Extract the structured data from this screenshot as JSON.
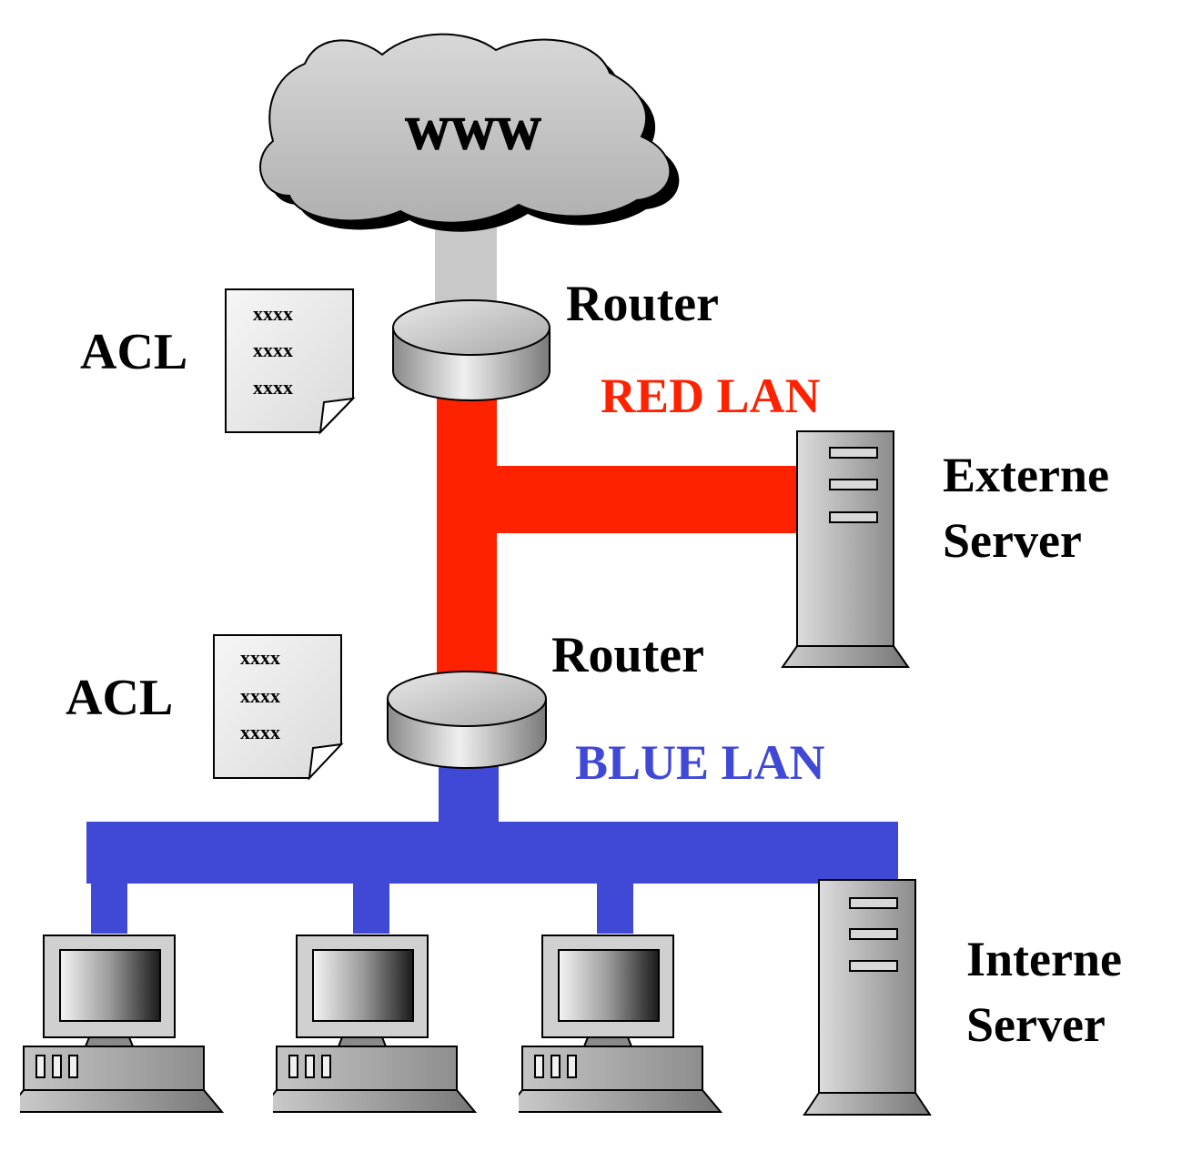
{
  "cloud": {
    "label": "WWW"
  },
  "routers": [
    {
      "label": "Router"
    },
    {
      "label": "Router"
    }
  ],
  "acls": [
    {
      "label": "ACL",
      "lines": [
        "xxxx",
        "xxxx",
        "xxxx"
      ]
    },
    {
      "label": "ACL",
      "lines": [
        "xxxx",
        "xxxx",
        "xxxx"
      ]
    }
  ],
  "networks": {
    "red": {
      "label": "RED LAN",
      "color": "#ff2200"
    },
    "blue": {
      "label": "BLUE LAN",
      "color": "#4049d6"
    },
    "uplink_color": "#c8c8c8"
  },
  "servers": {
    "external": {
      "line1": "Externe",
      "line2": "Server"
    },
    "internal": {
      "line1": "Interne",
      "line2": "Server"
    }
  },
  "workstation_count": 3
}
